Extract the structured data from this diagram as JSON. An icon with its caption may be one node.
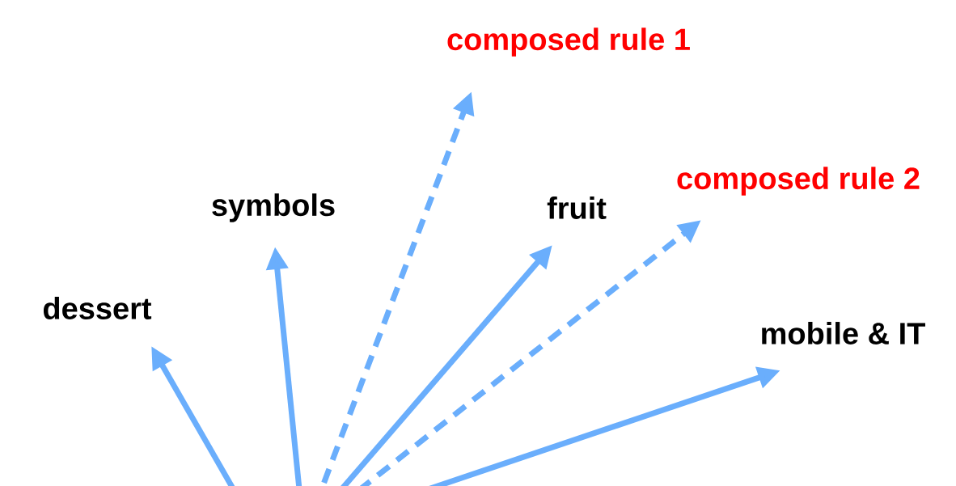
{
  "diagram": {
    "nodes": [
      {
        "text": [
          "composed rule 1"
        ]
      },
      {
        "text": [
          "composed rule 2"
        ]
      },
      {
        "text": [
          "symbols"
        ]
      },
      {
        "text": [
          "fruit"
        ]
      },
      {
        "text": [
          "dessert"
        ]
      },
      {
        "text": [
          "mobile & IT"
        ]
      }
    ],
    "edges": [
      {
        "from": null,
        "to": 4,
        "arrow": "to"
      },
      {
        "from": null,
        "to": 2,
        "arrow": "to"
      },
      {
        "from": null,
        "to": 0,
        "arrow": "to",
        "style": "dashed"
      },
      {
        "from": null,
        "to": 3,
        "arrow": "to"
      },
      {
        "from": null,
        "to": 1,
        "arrow": "to",
        "style": "dashed"
      },
      {
        "from": null,
        "to": 5,
        "arrow": "to"
      }
    ]
  }
}
